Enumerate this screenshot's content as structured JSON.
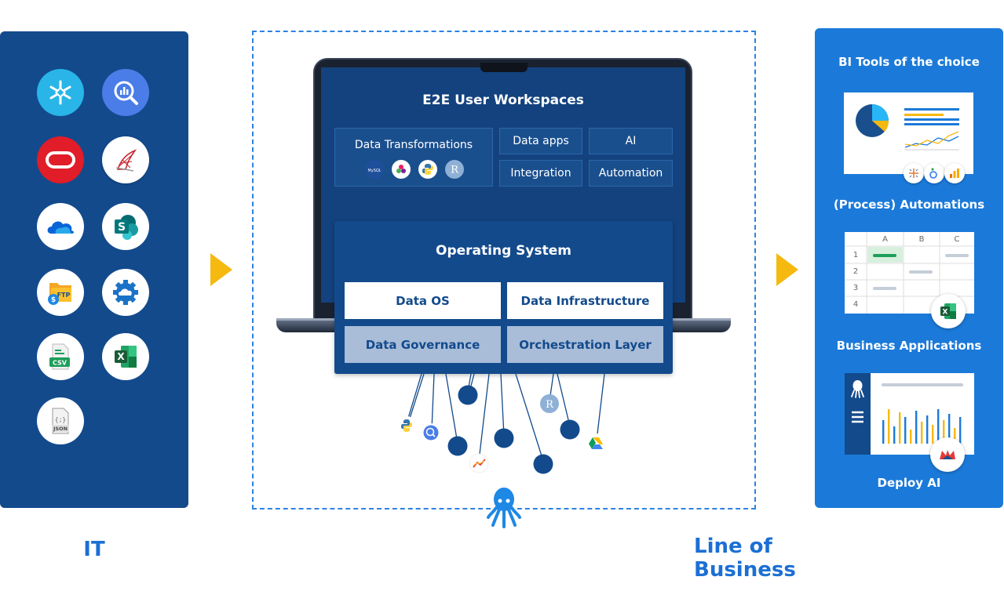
{
  "it": {
    "label": "IT",
    "sources": [
      {
        "name": "snowflake",
        "icon": "snowflake-icon"
      },
      {
        "name": "bigquery",
        "icon": "bigquery-icon"
      },
      {
        "name": "oracle",
        "icon": "oracle-icon"
      },
      {
        "name": "sql-server",
        "icon": "sql-server-icon"
      },
      {
        "name": "onedrive",
        "icon": "onedrive-icon"
      },
      {
        "name": "sharepoint",
        "icon": "sharepoint-icon"
      },
      {
        "name": "sftp",
        "icon": "sftp-icon",
        "text": "SFTP"
      },
      {
        "name": "cloud-settings",
        "icon": "cloud-gear-icon"
      },
      {
        "name": "csv",
        "icon": "csv-file-icon",
        "text": "CSV"
      },
      {
        "name": "excel",
        "icon": "excel-icon",
        "text": "X"
      },
      {
        "name": "json",
        "icon": "json-file-icon",
        "text": "JSON"
      }
    ]
  },
  "workspace": {
    "title": "E2E User Workspaces",
    "data_transformations": "Data Transformations",
    "dt_icons": [
      "mysql-icon",
      "dots-icon",
      "python-icon",
      "r-icon"
    ],
    "boxes": {
      "data_apps": "Data apps",
      "ai": "AI",
      "integration": "Integration",
      "automation": "Automation"
    }
  },
  "os": {
    "title": "Operating System",
    "cells": {
      "data_os": "Data OS",
      "data_infrastructure": "Data Infrastructure",
      "data_governance": "Data Governance",
      "orchestration_layer": "Orchestration Layer"
    }
  },
  "lob": {
    "label": "Line of Business",
    "bi_tools": "BI Tools of the choice",
    "automations": "(Process) Automations",
    "business_apps": "Business Applications",
    "deploy_ai": "Deploy AI",
    "sheet": {
      "columns": [
        "A",
        "B",
        "C"
      ],
      "rows": [
        "1",
        "2",
        "3",
        "4"
      ]
    }
  },
  "colors": {
    "navy": "#134a8c",
    "brand_blue": "#1b7ad9",
    "label_blue": "#1b6fd4",
    "arrow_yellow": "#f6b910"
  }
}
